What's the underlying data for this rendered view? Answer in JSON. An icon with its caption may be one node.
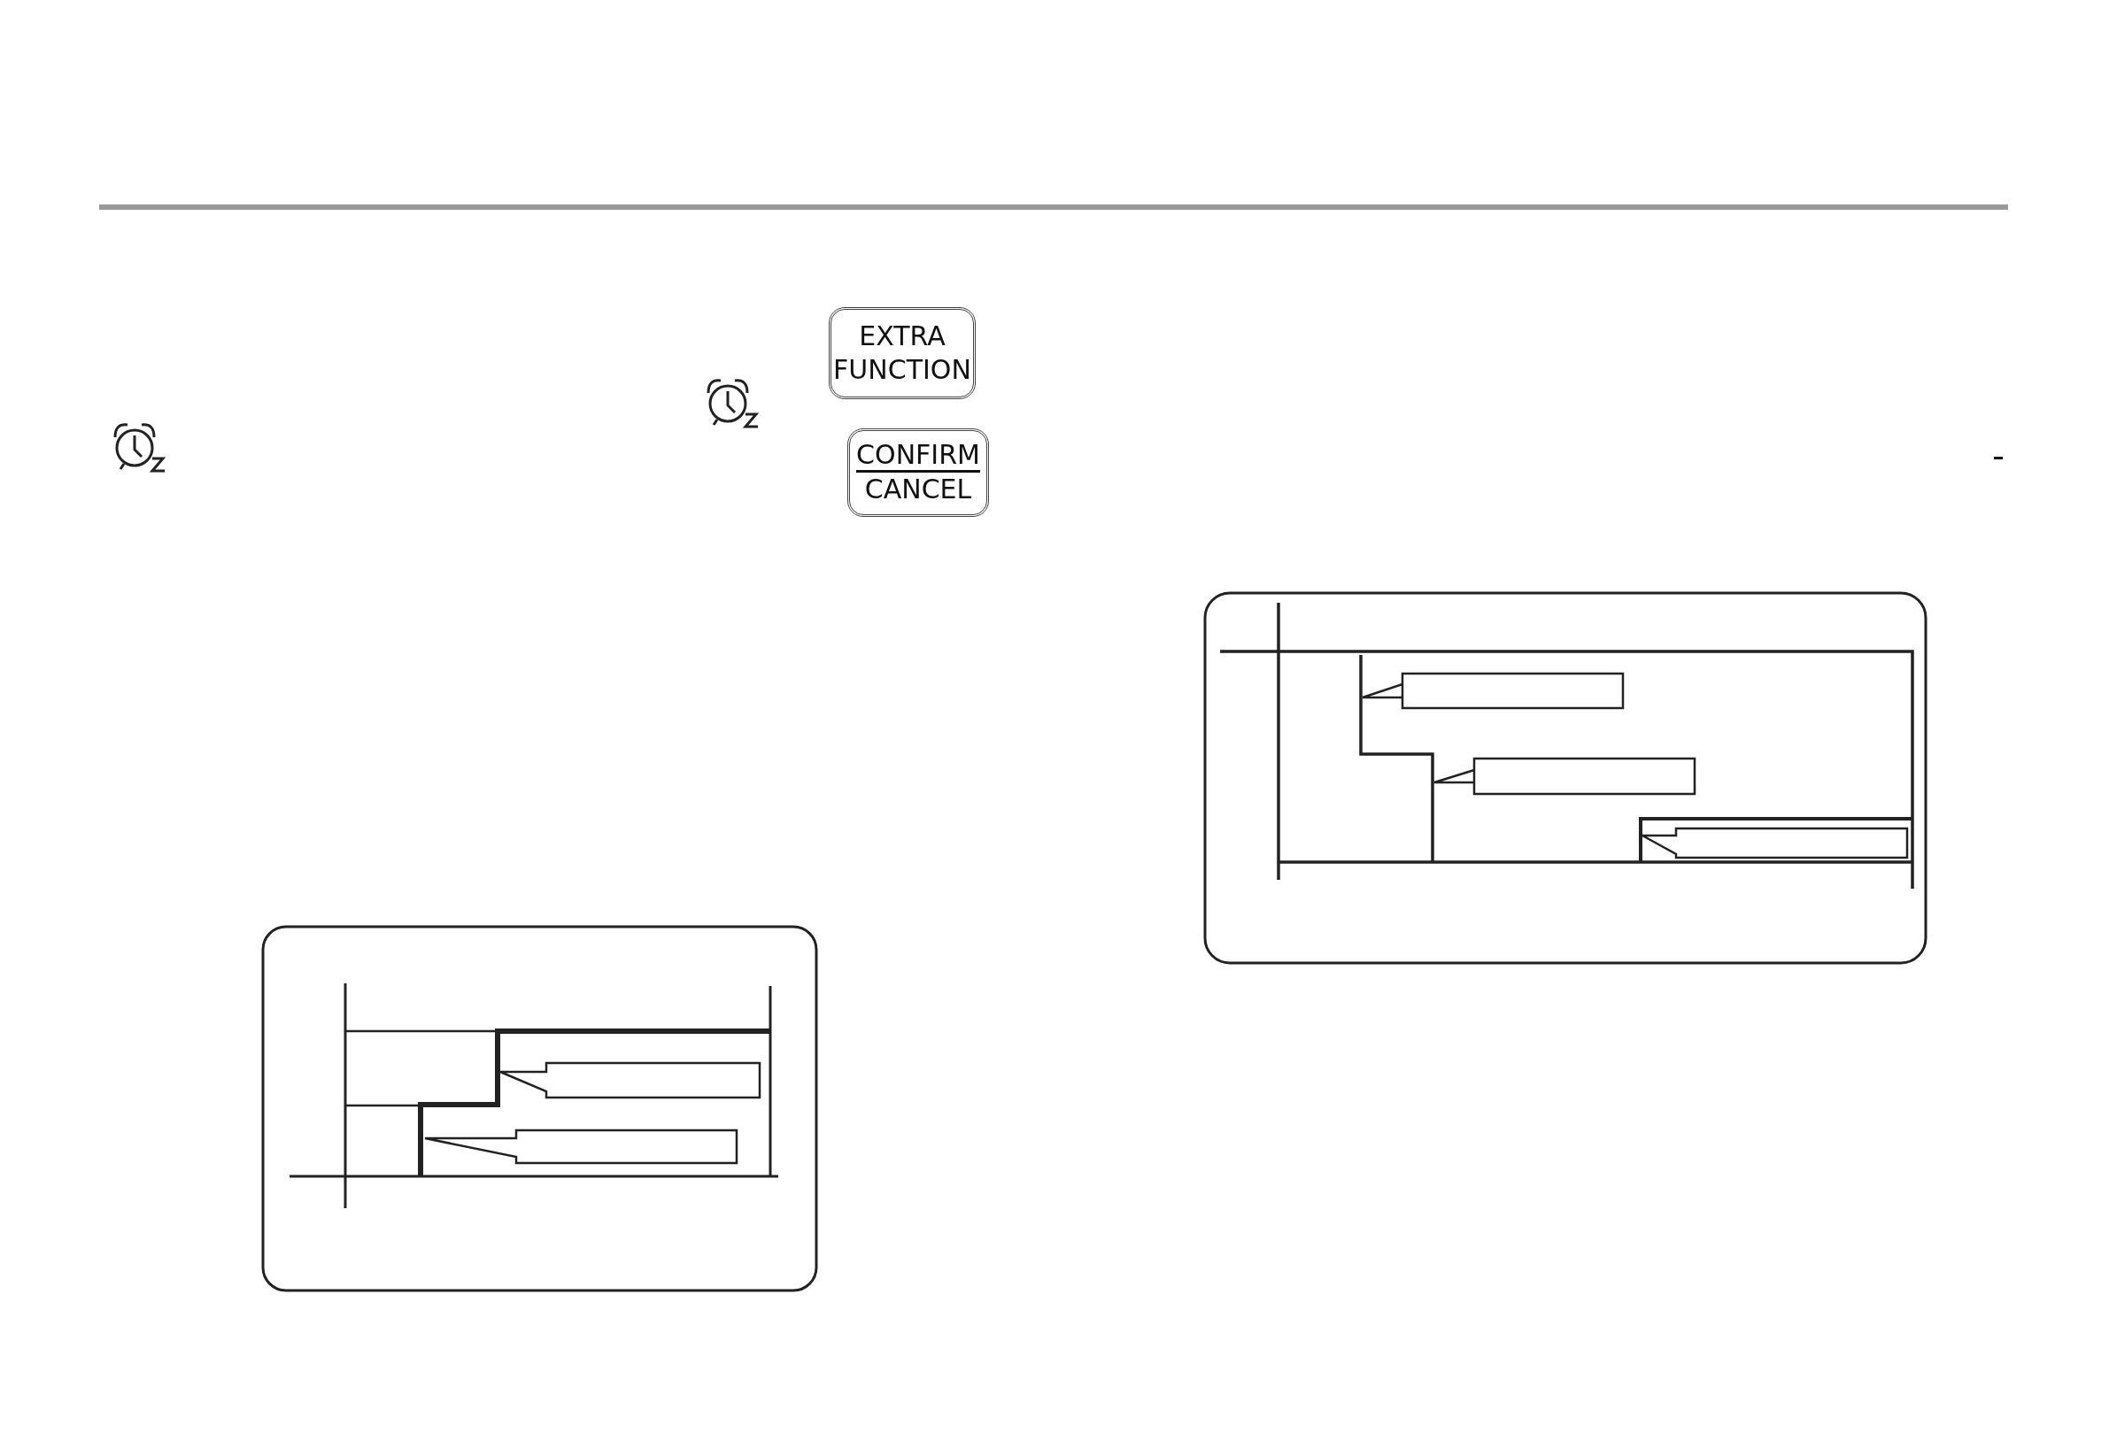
{
  "diagram": {
    "nodes": [
      {
        "text": [
          "EXTRA FUNCTION"
        ]
      },
      {
        "text": [
          "CONFIRM",
          "CANCEL"
        ]
      }
    ]
  }
}
